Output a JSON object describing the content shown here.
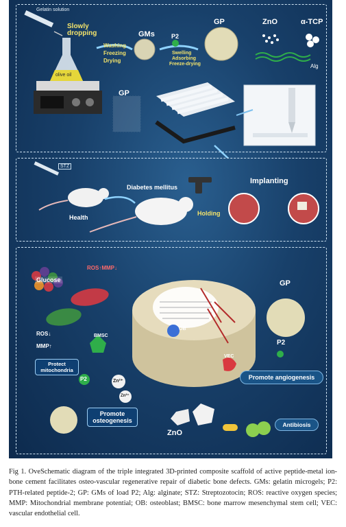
{
  "panel1": {
    "gelatin_solution": "Gelatin solution",
    "slowly_dropping": "Slowly dropping",
    "olive_oil": "olive oil",
    "gms": "GMs",
    "process1": [
      "Washing",
      "Freezing",
      "Drying"
    ],
    "p2": "P2",
    "process2": [
      "Swelling",
      "Adsorbing",
      "Freeze-drying"
    ],
    "gp": "GP",
    "zno": "ZnO",
    "tcp": "α-TCP",
    "alg": "Alg",
    "gp_scaffold": "GP"
  },
  "panel2": {
    "stz": "STZ",
    "health": "Health",
    "diabetes": "Diabetes mellitus",
    "holding": "Holding",
    "implanting": "Implanting"
  },
  "panel3": {
    "glucose": "Glucose",
    "ros": "ROS",
    "mmp": "MMP",
    "ros2": "ROS",
    "mmp2": "MMP",
    "bmsc": "BMSC",
    "protect": "Protect mitochondria",
    "p2": "P2",
    "zn1": "Zn²⁺",
    "zn2": "Zn²⁺",
    "promote_osteo": "Promote osteogenesis",
    "zno": "ZnO",
    "ob": "OB",
    "vec": "VEC",
    "gp": "GP",
    "p2b": "P2",
    "promote_angio": "Promote angiogenesis",
    "antibiosis": "Antibiosis"
  },
  "caption": "Fig 1. OveSchematic diagram of the triple integrated 3D-printed composite scaffold of active peptide-metal ion-bone cement facilitates osteo-vascular regenerative repair of diabetic bone defects. GMs: gelatin microgels; P2: PTH-related peptide-2; GP: GMs of load P2; Alg: alginate; STZ: Streptozotocin; ROS: reactive oxygen species; MMP: Mitochondrial membrane potential; OB: osteoblast; BMSC: bone marrow mesenchymal stem cell; VEC: vascular endothelial cell.",
  "colors": {
    "background": "#18406a",
    "accent_red": "#d9393f",
    "accent_yellow": "#f3e36b",
    "green": "#2fae4a"
  }
}
